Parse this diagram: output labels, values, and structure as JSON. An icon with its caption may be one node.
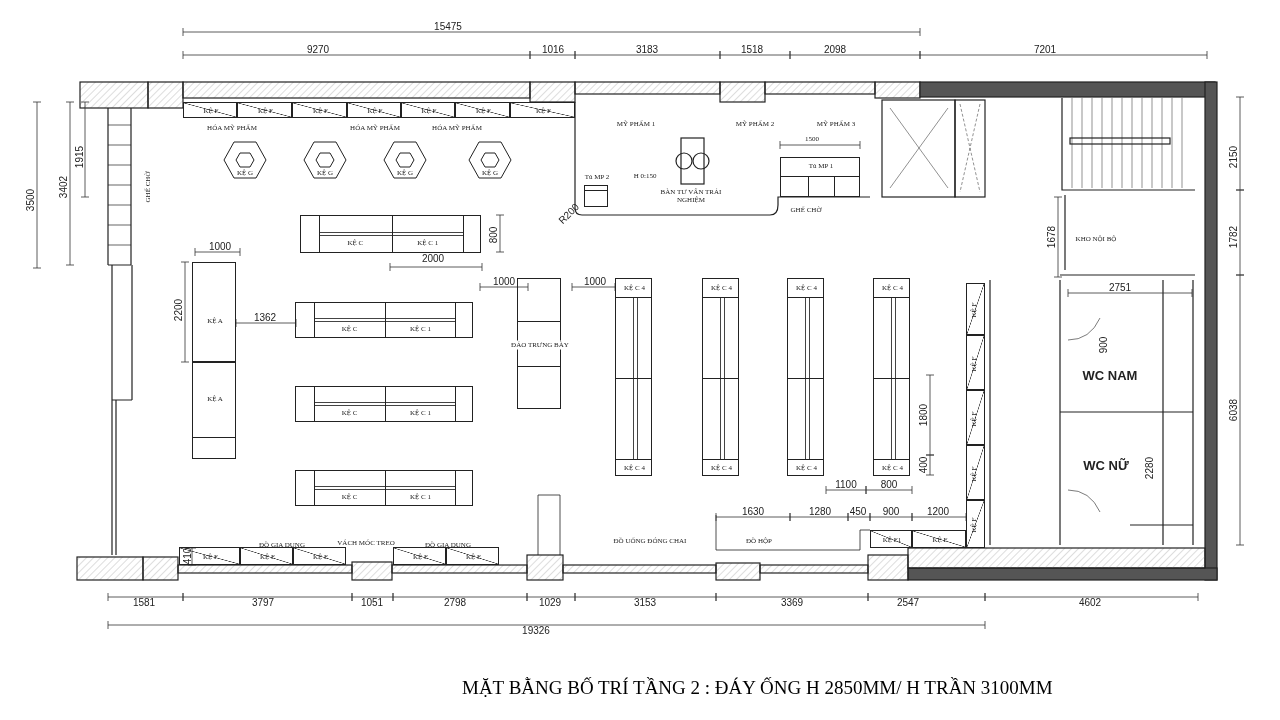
{
  "diagram": {
    "title": "MẶT BẰNG BỐ TRÍ TẦNG 2 : ĐÁY ỐNG H 2850MM/ H TRẦN 3100MM",
    "nodes": [
      {
        "text": [
          "KỆ F"
        ]
      },
      {
        "text": [
          "KỆ F"
        ]
      },
      {
        "text": [
          "KỆ F"
        ]
      },
      {
        "text": [
          "KỆ F"
        ]
      },
      {
        "text": [
          "KỆ F"
        ]
      },
      {
        "text": [
          "KỆ F"
        ]
      },
      {
        "text": [
          "KỆ F"
        ]
      },
      {
        "text": [
          "KỆ G"
        ]
      },
      {
        "text": [
          "KỆ G"
        ]
      },
      {
        "text": [
          "KỆ G"
        ]
      },
      {
        "text": [
          "KỆ G"
        ]
      },
      {
        "text": [
          "Tủ  MP 1"
        ]
      },
      {
        "text": [
          "Tủ  MP 2"
        ]
      },
      {
        "text": [
          "KỆ C",
          "KỆ C 1"
        ]
      },
      {
        "text": [
          "KỆ A"
        ]
      },
      {
        "text": [
          "KỆ C",
          "KỆ C 1"
        ]
      },
      {
        "text": [
          "ĐẢO TRƯNG BÀY"
        ]
      },
      {
        "text": [
          "KỆ C 4",
          "KỆ C 4"
        ]
      },
      {
        "text": [
          "KỆ C 4",
          "KỆ C 4"
        ]
      },
      {
        "text": [
          "KỆ C 4",
          "KỆ C 4"
        ]
      },
      {
        "text": [
          "KỆ C 4",
          "KỆ C 4"
        ]
      },
      {
        "text": [
          "KỆ F"
        ]
      },
      {
        "text": [
          "KỆ F"
        ]
      },
      {
        "text": [
          "KỆ F"
        ]
      },
      {
        "text": [
          "KỆ F"
        ]
      },
      {
        "text": [
          "KỆ F"
        ]
      },
      {
        "text": [
          "KỆ A"
        ]
      },
      {
        "text": [
          "KỆ C",
          "KỆ C 1"
        ]
      },
      {
        "text": [
          "KỆ C",
          "KỆ C 1"
        ]
      },
      {
        "text": [
          "KỆ F1"
        ]
      },
      {
        "text": [
          "KỆ F"
        ]
      },
      {
        "text": [
          "KỆ F"
        ]
      },
      {
        "text": [
          "KỆ F"
        ]
      },
      {
        "text": [
          "KỆ F"
        ]
      },
      {
        "text": [
          "KỆ F"
        ]
      },
      {
        "text": [
          "KỆ F"
        ]
      }
    ],
    "labels": [
      "15475",
      "9270",
      "1016",
      "3183",
      "1518",
      "2098",
      "7201",
      "HÓA MỸ PHẨM",
      "HÓA MỸ PHẨM",
      "HÓA MỸ PHẨM",
      "MỸ PHẨM 1",
      "MỸ PHẨM 2",
      "MỸ PHẨM 3",
      "1915",
      "3402",
      "3500",
      "2150",
      "1500",
      "H 0:150",
      "GHẾ CHỜ",
      "BÀN TƯ VẤN TRẢI NGHIỆM",
      "GHẾ CHỜ",
      "R200",
      "800",
      "1678",
      "KHO NỘI BỘ",
      "1782",
      "1000",
      "2000",
      "1000",
      "1000",
      "2751",
      "2200",
      "1362",
      "900",
      "WC NAM",
      "1800",
      "6038",
      "400",
      "WC NỮ",
      "2280",
      "1100",
      "800",
      "1630",
      "1280",
      "450",
      "900",
      "1200",
      "ĐỒ UỐNG ĐÓNG CHAI",
      "ĐỒ HỘP",
      "ĐỒ GIA DỤNG",
      "VÁCH MÓC TREO",
      "ĐỒ GIA DỤNG",
      "410",
      "1581",
      "3797",
      "1051",
      "2798",
      "1029",
      "3153",
      "3369",
      "2547",
      "4602",
      "19326"
    ]
  }
}
